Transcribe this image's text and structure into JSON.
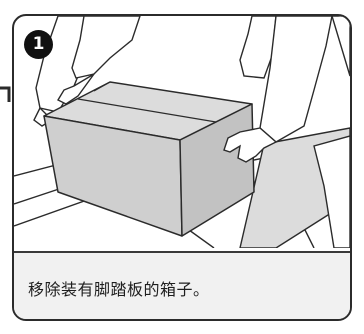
{
  "step": {
    "number": "1"
  },
  "instruction": {
    "text": "移除装有脚踏板的箱子。"
  },
  "colors": {
    "line": "#2b2b2b",
    "box_fill": "#d6d6d6",
    "box_shade": "#c7c7c7",
    "caption_band": "#f1f1f1",
    "badge": "#111111"
  },
  "icons": {
    "step_marker": "filled-circle-number"
  }
}
